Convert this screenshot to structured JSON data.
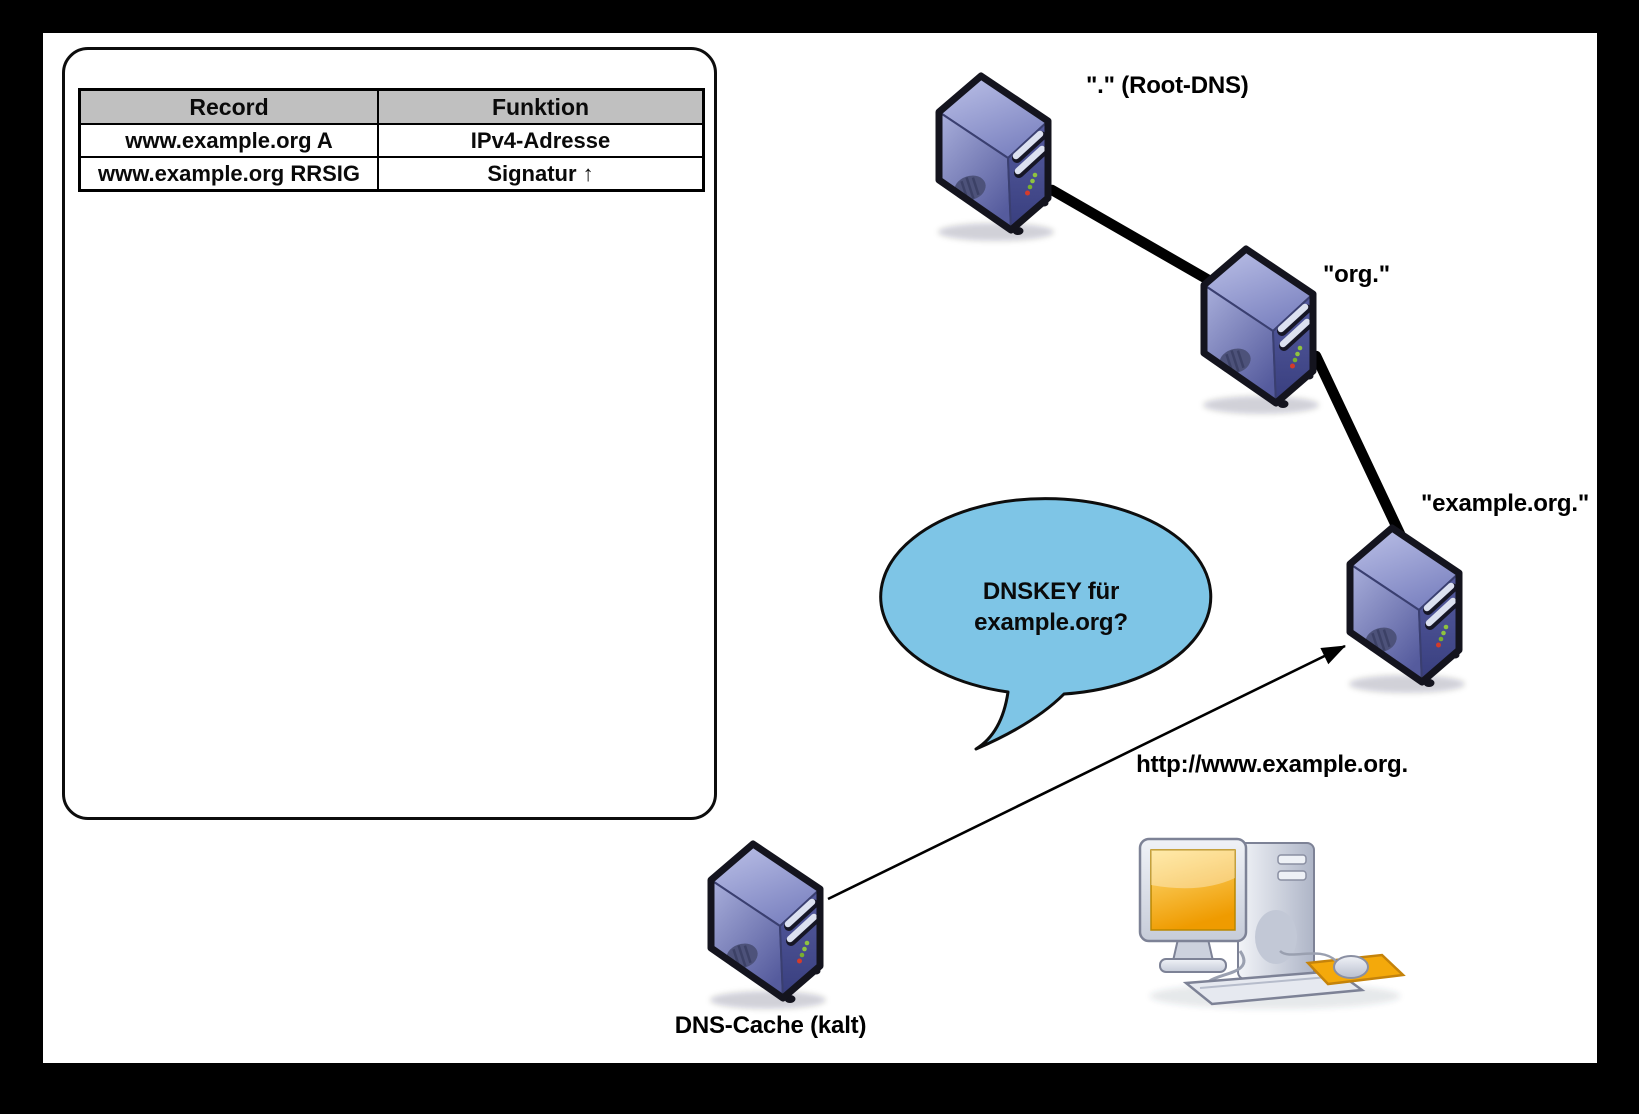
{
  "record_table": {
    "headers": [
      "Record",
      "Funktion"
    ],
    "rows": [
      [
        "www.example.org A",
        "IPv4-Adresse"
      ],
      [
        "www.example.org RRSIG",
        "Signatur ↑"
      ]
    ],
    "header_bg": "#c0c0c0"
  },
  "labels": {
    "root": "\".\" (Root-DNS)",
    "org": "\"org.\"",
    "example": "\"example.org.\"",
    "cache": "DNS-Cache (kalt)",
    "url": "http://www.example.org."
  },
  "speech_bubble": {
    "line1": "DNSKEY für",
    "line2": "example.org?",
    "fill": "#7ec5e6"
  },
  "colors": {
    "server_body": "#6b72b0",
    "table_header_bg": "#c0c0c0",
    "bubble": "#7ec5e6",
    "mousepad": "#f4a90b",
    "screen_orange": "#f29c00"
  }
}
